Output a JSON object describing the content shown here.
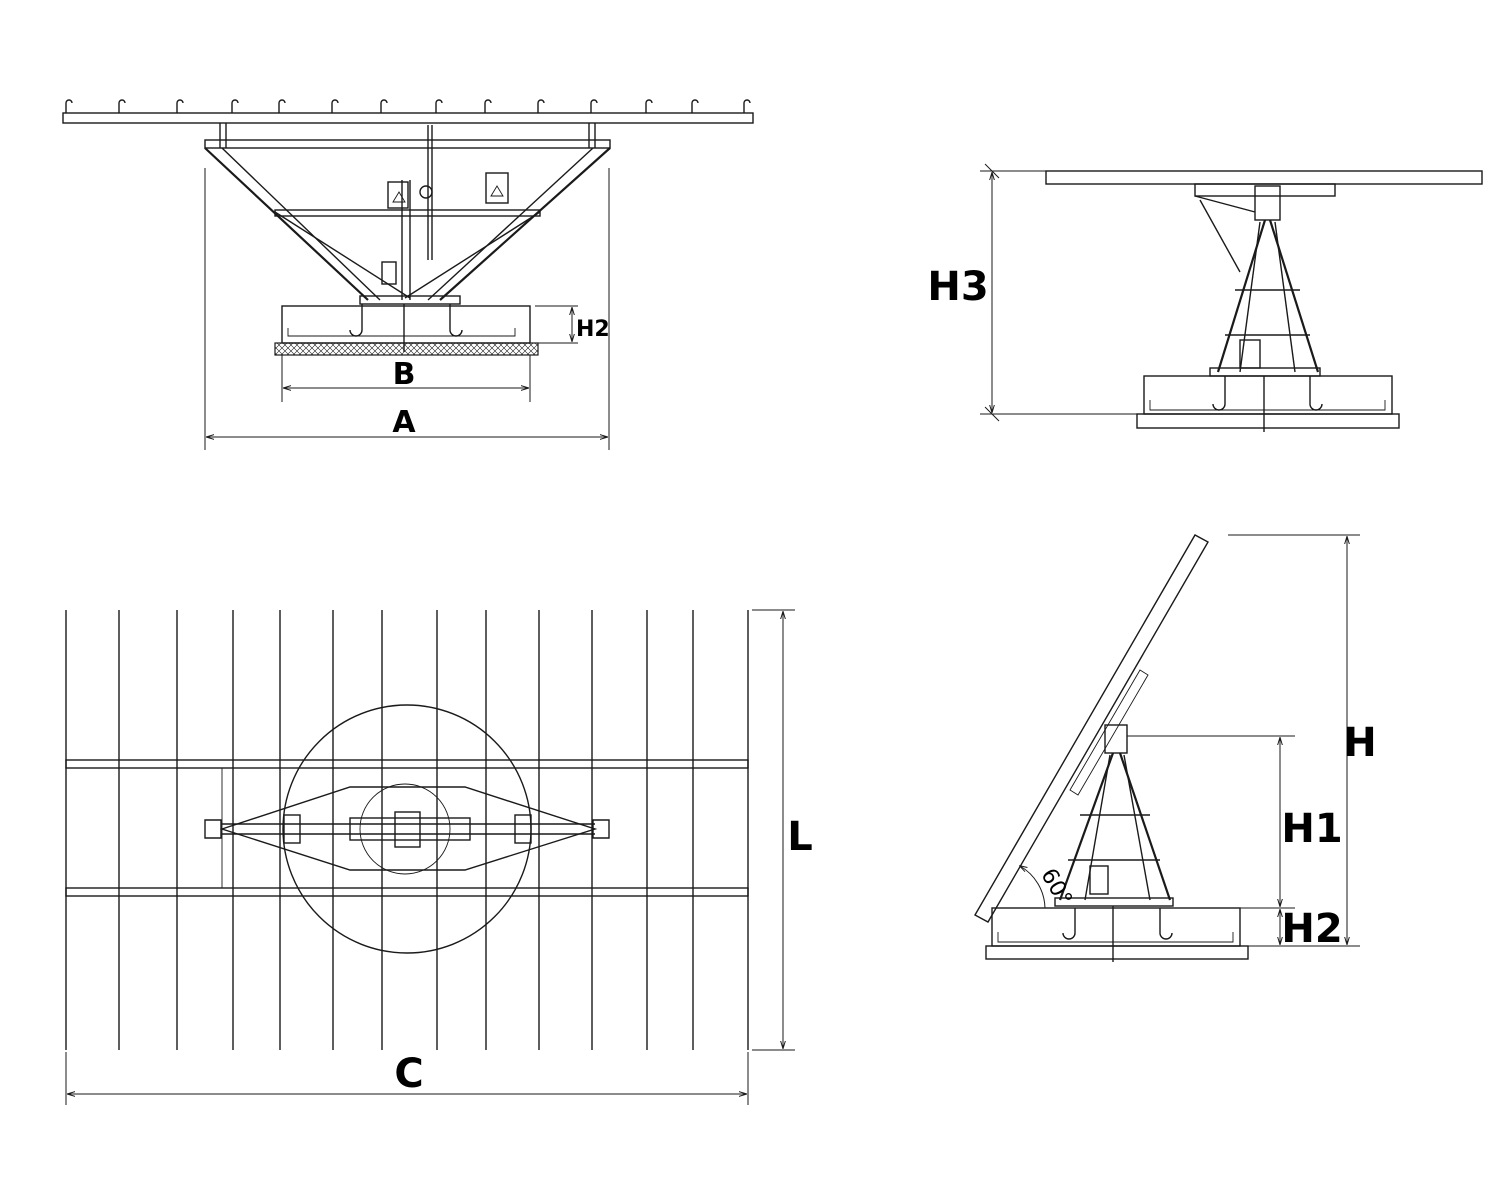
{
  "diagram": {
    "labels": {
      "front_view_width_outer": "A",
      "front_view_width_base": "B",
      "front_view_base_height": "H2",
      "side_view_height": "H3",
      "top_view_width": "C",
      "top_view_length": "L",
      "tilted_total_height": "H",
      "tilted_pivot_height": "H1",
      "tilted_base_height": "H2",
      "tilt_angle": "60°"
    },
    "line_color": "#1a1a1a",
    "background": "#ffffff"
  }
}
